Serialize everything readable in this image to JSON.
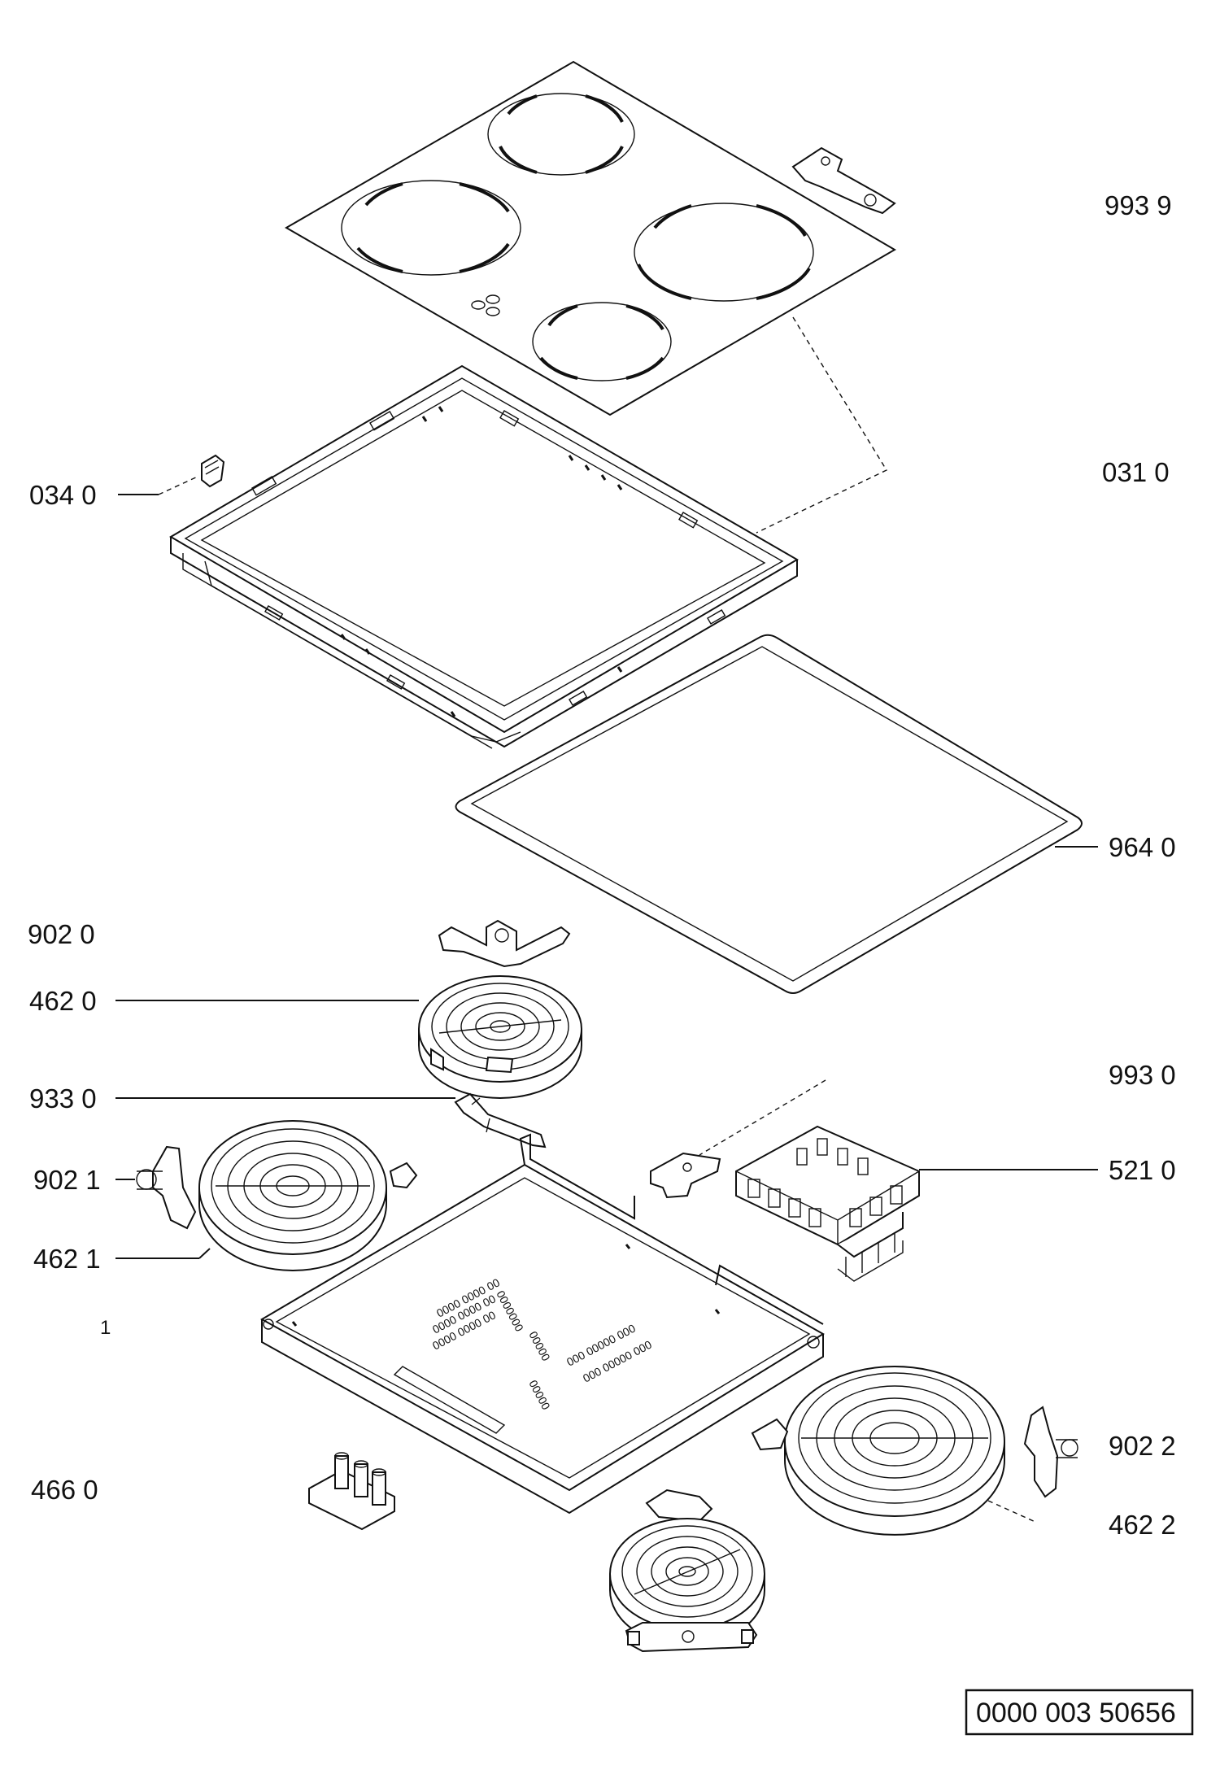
{
  "diagram": {
    "part_labels": {
      "p993_9": "993 9",
      "p031_0": "031 0",
      "p034_0": "034 0",
      "p964_0": "964 0",
      "p902_0": "902 0",
      "p462_0": "462 0",
      "p993_0": "993 0",
      "p933_0": "933 0",
      "p902_1": "902 1",
      "p521_0": "521 0",
      "p462_1": "462 1",
      "p1": "1",
      "p466_0": "466 0",
      "p902_2": "902 2",
      "p462_2": "462 2"
    },
    "document_id": "0000 003 50656"
  }
}
